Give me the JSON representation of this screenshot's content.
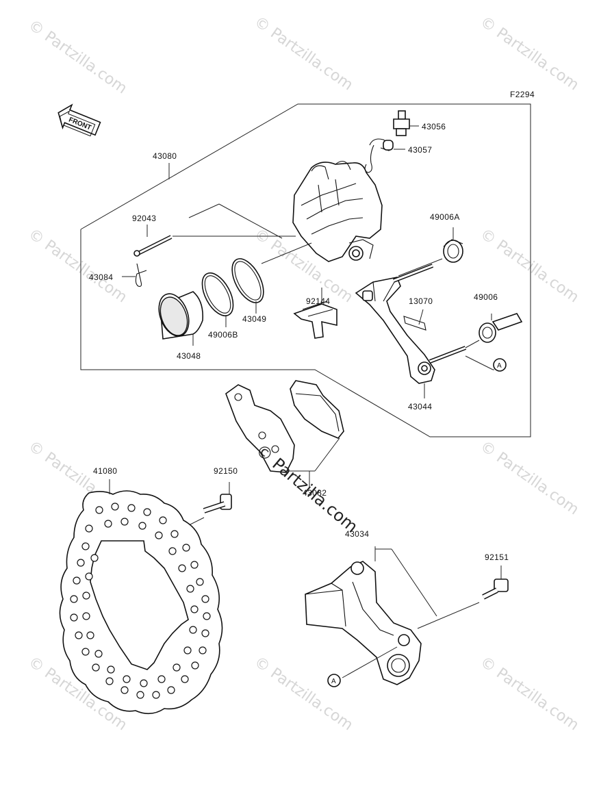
{
  "figure_code": "F2294",
  "front_label": "FRONT",
  "callout_ref": "A",
  "watermark_text": "© Partzilla.com",
  "center_watermark": "© Partzilla.com",
  "parts": {
    "p43056": "43056",
    "p43057": "43057",
    "p43080": "43080",
    "p92043": "92043",
    "p49006A": "49006A",
    "p43084": "43084",
    "p92144": "92144",
    "p13070": "13070",
    "p49006": "49006",
    "p43049": "43049",
    "p49006B": "49006B",
    "p43048": "43048",
    "p43044": "43044",
    "p41080": "41080",
    "p92150": "92150",
    "p43082": "43082",
    "p43034": "43034",
    "p92151": "92151"
  },
  "colors": {
    "line": "#222222",
    "watermark": "#d6d6d6",
    "background": "#ffffff"
  }
}
